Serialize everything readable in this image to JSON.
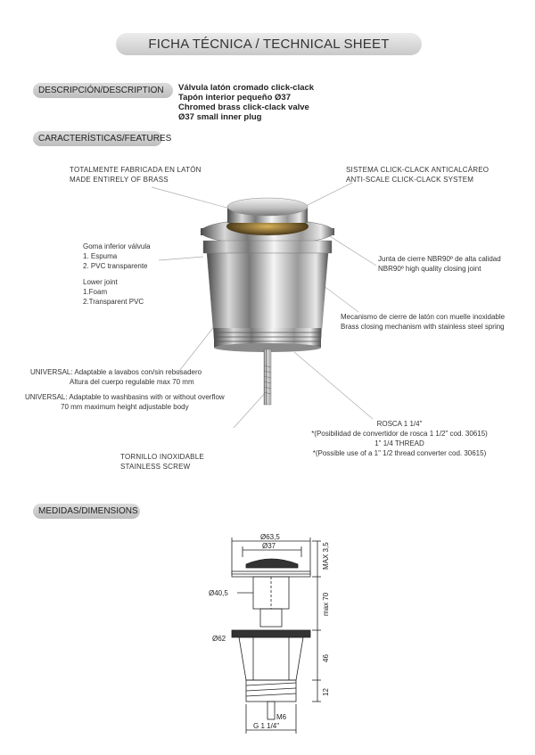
{
  "title": "FICHA TÉCNICA / TECHNICAL SHEET",
  "description": {
    "label": "DESCRIPCIÓN/DESCRIPTION",
    "lines": [
      "Válvula latón cromado click-clack",
      "Tapón interior pequeño Ø37",
      "Chromed brass click-clack valve",
      "Ø37 small inner plug"
    ]
  },
  "features": {
    "label": "CARACTERÍSTICAS/FEATURES",
    "brass": [
      "TOTALMENTE FABRICADA EN LATÓN",
      "MADE ENTIRELY OF BRASS"
    ],
    "system": [
      "SISTEMA CLICK-CLACK ANTICALCÁREO",
      "ANTI-SCALE CLICK-CLACK SYSTEM"
    ],
    "rubber_es": [
      "Goma inferior válvula",
      "1. Espuma",
      "2. PVC transparente"
    ],
    "rubber_en": [
      "Lower joint",
      "1.Foam",
      "2.Transparent PVC"
    ],
    "joint": [
      "Junta de cierre NBR90º de alta calidad",
      "NBR90º high quality closing joint"
    ],
    "mechanism": [
      "Mecanismo de cierre de latón con muelle inoxidable",
      "Brass closing mechanism with stainless steel spring"
    ],
    "universal_es": [
      "UNIVERSAL: Adaptable a lavabos con/sin rebosadero",
      "Altura del cuerpo regulable max 70 mm"
    ],
    "universal_en": [
      "UNIVERSAL: Adaptable to washbasins with or without overflow",
      "70 mm maximum height adjustable body"
    ],
    "thread": [
      "ROSCA 1 1/4\"",
      "*(Posibilidad de convertidor de rosca 1 1/2\" cod. 30615)",
      "1\" 1/4 THREAD",
      "*(Possible use of a 1\" 1/2 thread converter cod. 30615)"
    ],
    "screw": [
      "TORNILLO INOXIDABLE",
      "STAINLESS SCREW"
    ]
  },
  "dimensions": {
    "label": "MEDIDAS/DIMENSIONS",
    "d63": "Ø63,5",
    "d37": "Ø37",
    "max35": "MAX 3,5",
    "d405": "Ø40,5",
    "max70": "max 70",
    "d62": "Ø62",
    "h46": "46",
    "h12": "12",
    "m6": "M6",
    "g": "G 1 1/4\""
  },
  "colors": {
    "pill": "#c9c9c9",
    "chrome_dark": "#555555",
    "chrome_light": "#f4f4f4"
  }
}
